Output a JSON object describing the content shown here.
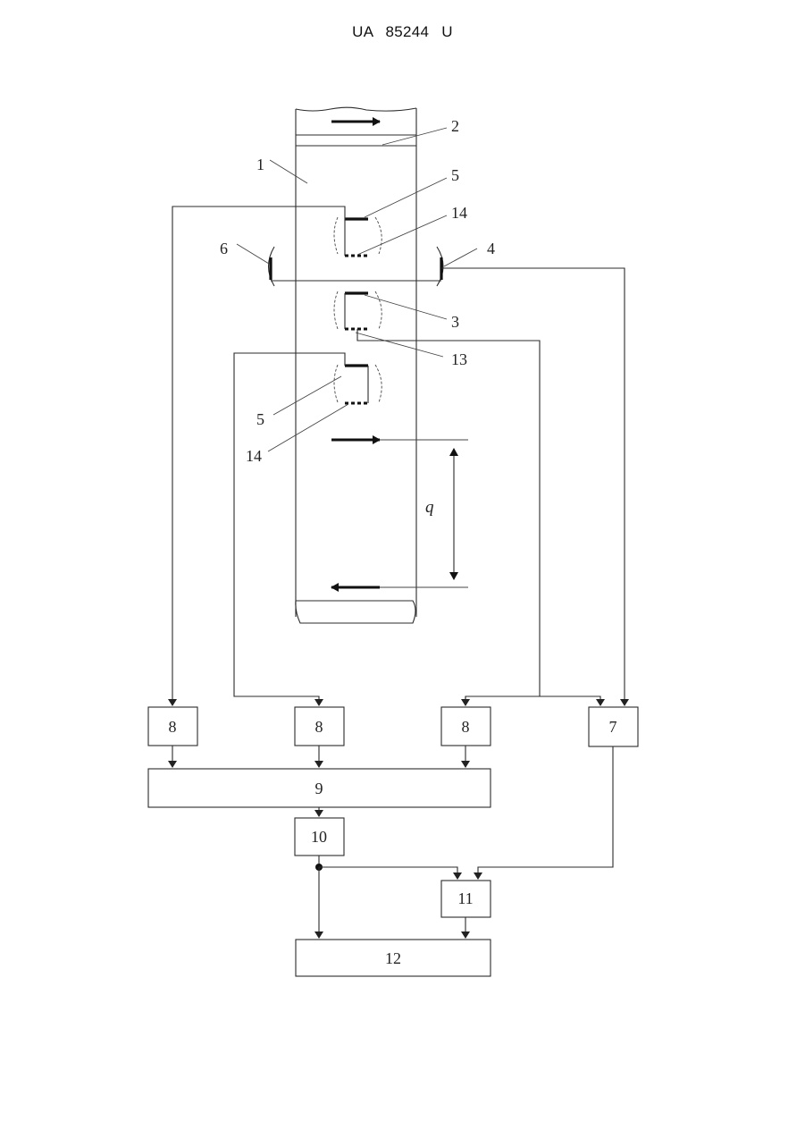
{
  "header": {
    "doc_id": "UA   85244   U"
  },
  "labels": {
    "pipe": "1",
    "layer": "2",
    "sensor_mid": "3",
    "emitter_right": "4",
    "sensor_top": "5",
    "emitter_left": "6",
    "sensor_top_dotted": "14",
    "sensor_mid_dotted": "13",
    "sensor_low": "5",
    "sensor_low_dotted": "14",
    "distance": "q"
  },
  "blocks": {
    "b8_1": "8",
    "b8_2": "8",
    "b8_3": "8",
    "b7": "7",
    "b9": "9",
    "b10": "10",
    "b11": "11",
    "b12": "12"
  }
}
